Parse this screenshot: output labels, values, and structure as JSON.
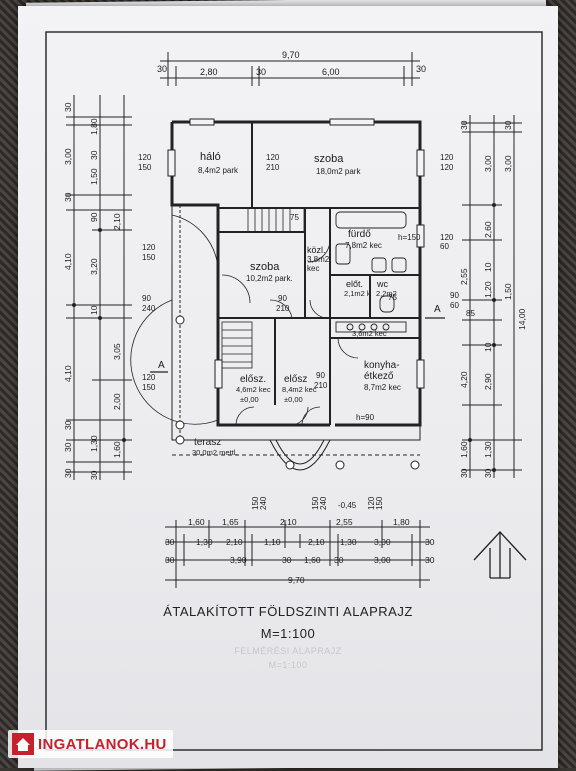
{
  "plan": {
    "title": "ÁTALAKÍTOTT FÖLDSZINTI ALAPRAJZ",
    "scale": "M=1:100",
    "ghost_line1": "FELMÉRÉSI ALAPRAJZ",
    "ghost_line2": "M=1:100"
  },
  "rooms": {
    "halo": {
      "name": "háló",
      "area": "8,4m2 park"
    },
    "szoba_top": {
      "name": "szoba",
      "area": "18,0m2 park"
    },
    "szoba_mid": {
      "name": "szoba",
      "area": "10,2m2 park."
    },
    "kozl": {
      "name": "közl.",
      "area": "3,8m2",
      "floor": "kec"
    },
    "furdo": {
      "name": "fürdő",
      "area": "7,8m2 kec"
    },
    "eloter_small": {
      "name": "előt.",
      "area": "2,1m2 k"
    },
    "wc": {
      "name": "wc",
      "area": "2,2m2"
    },
    "eloter_mid": {
      "name": "",
      "area": "3,6m2 kec"
    },
    "konyha": {
      "name": "konyha-",
      "name2": "étkező",
      "area": "8,7m2 kec"
    },
    "elosz1": {
      "name": "elősz.",
      "area": "4,6m2 kec",
      "level": "±0,00"
    },
    "elosz2": {
      "name": "elősz",
      "area": "8,4m2 kec",
      "level": "±0,00"
    },
    "terasz": {
      "name": "terasz",
      "area": "30,0m2 mettl."
    }
  },
  "dims": {
    "top_total": "9,70",
    "top_30a": "30",
    "top_280": "2,80",
    "top_30b": "30",
    "top_600": "6,00",
    "top_30c": "30",
    "bottom_row1": [
      "1,60",
      "1,65",
      "2,10",
      "2,55",
      "1,80"
    ],
    "bottom_row2": [
      "30",
      "1,30",
      "2,10",
      "1,10",
      "2,10",
      "1,30",
      "3,00",
      "30"
    ],
    "bottom_row3": [
      "30",
      "3,90",
      "30",
      "1,60",
      "30",
      "3,00",
      "30"
    ],
    "bottom_total": "9,70",
    "left_outer": [
      "30",
      "3,00",
      "30",
      "4,10",
      "4,10",
      "30",
      "30",
      "30"
    ],
    "left_mid": [
      "1,80",
      "30",
      "1,50",
      "2,10",
      "90",
      "3,20",
      "10",
      "3,05",
      "2,00",
      "1,30",
      "1,60",
      "30"
    ],
    "right_outer": [
      "14,00"
    ],
    "right_mid": [
      "30",
      "3,00",
      "2,60",
      "2,55",
      "4,20",
      "1,60",
      "30"
    ],
    "right_inner": [
      "30",
      "3,00",
      "10",
      "1,20",
      "1,50",
      "10",
      "2,90",
      "1,30",
      "30"
    ],
    "open_120": "120",
    "open_150": "150",
    "open_90": "90",
    "open_210": "210",
    "open_240": "240",
    "open_60": "60",
    "open_85": "85",
    "open_75": "75",
    "open_h90": "h=90",
    "open_h150": "h=150",
    "level_045": "-0,45",
    "section": "A"
  },
  "watermark": {
    "text": "INGATLANOK.HU",
    "color": "#c8202c"
  }
}
